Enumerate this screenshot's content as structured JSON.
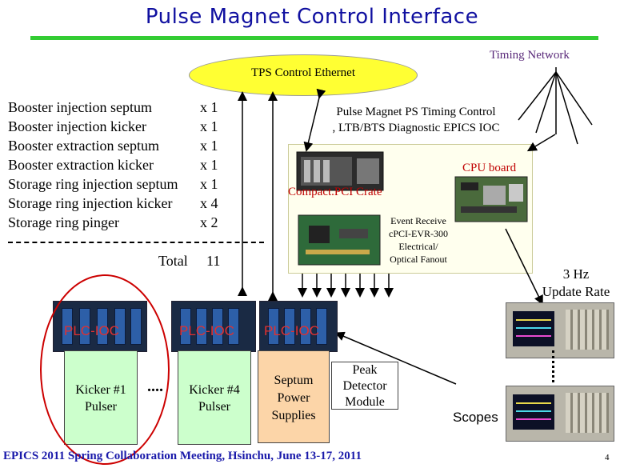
{
  "slide": {
    "title": "Pulse Magnet Control Interface",
    "page_number": "4",
    "footer": "EPICS 2011 Spring Collaboration Meeting, Hsinchu, June 13-17, 2011"
  },
  "network": {
    "ethernet_label": "TPS Control Ethernet",
    "timing_label": "Timing Network"
  },
  "magnet_list": [
    {
      "name": "Booster injection septum",
      "qty": "x 1"
    },
    {
      "name": "Booster injection kicker",
      "qty": "x 1"
    },
    {
      "name": "Booster extraction septum",
      "qty": "x 1"
    },
    {
      "name": "Booster extraction kicker",
      "qty": "x 1"
    },
    {
      "name": "Storage ring injection septum",
      "qty": "x 1"
    },
    {
      "name": "Storage ring injection kicker",
      "qty": "x 4"
    },
    {
      "name": "Storage ring pinger",
      "qty": "x 2"
    }
  ],
  "total": {
    "label": "Total",
    "value": "11"
  },
  "ioc": {
    "title_line1": "Pulse Magnet PS Timing Control",
    "title_line2": ", LTB/BTS Diagnostic EPICS IOC",
    "cpu_label": "CPU board",
    "cpci_label": "Compact.PCI Crate",
    "evr_line1": "Event Receive",
    "evr_line2": "cPCI-EVR-300",
    "evr_line3": "Electrical/",
    "evr_line4": "Optical Fanout"
  },
  "update": {
    "line1": "3 Hz",
    "line2": "Update Rate"
  },
  "plc": {
    "label1": "PLC-IOC",
    "label2": "PLC-IOC",
    "label3": "PLC-IOC",
    "ellipsis": "...."
  },
  "pulsers": {
    "k1_line1": "Kicker #1",
    "k1_line2": "Pulser",
    "k4_line1": "Kicker #4",
    "k4_line2": "Pulser"
  },
  "septum": {
    "line1": "Septum",
    "line2": "Power",
    "line3": "Supplies"
  },
  "peak": {
    "line1": "Peak",
    "line2": "Detector",
    "line3": "Module"
  },
  "scopes_label": "Scopes",
  "colors": {
    "title": "#1010a0",
    "rule": "#33cc33",
    "ellipse": "#ffff33",
    "accent_red": "#c00000"
  }
}
